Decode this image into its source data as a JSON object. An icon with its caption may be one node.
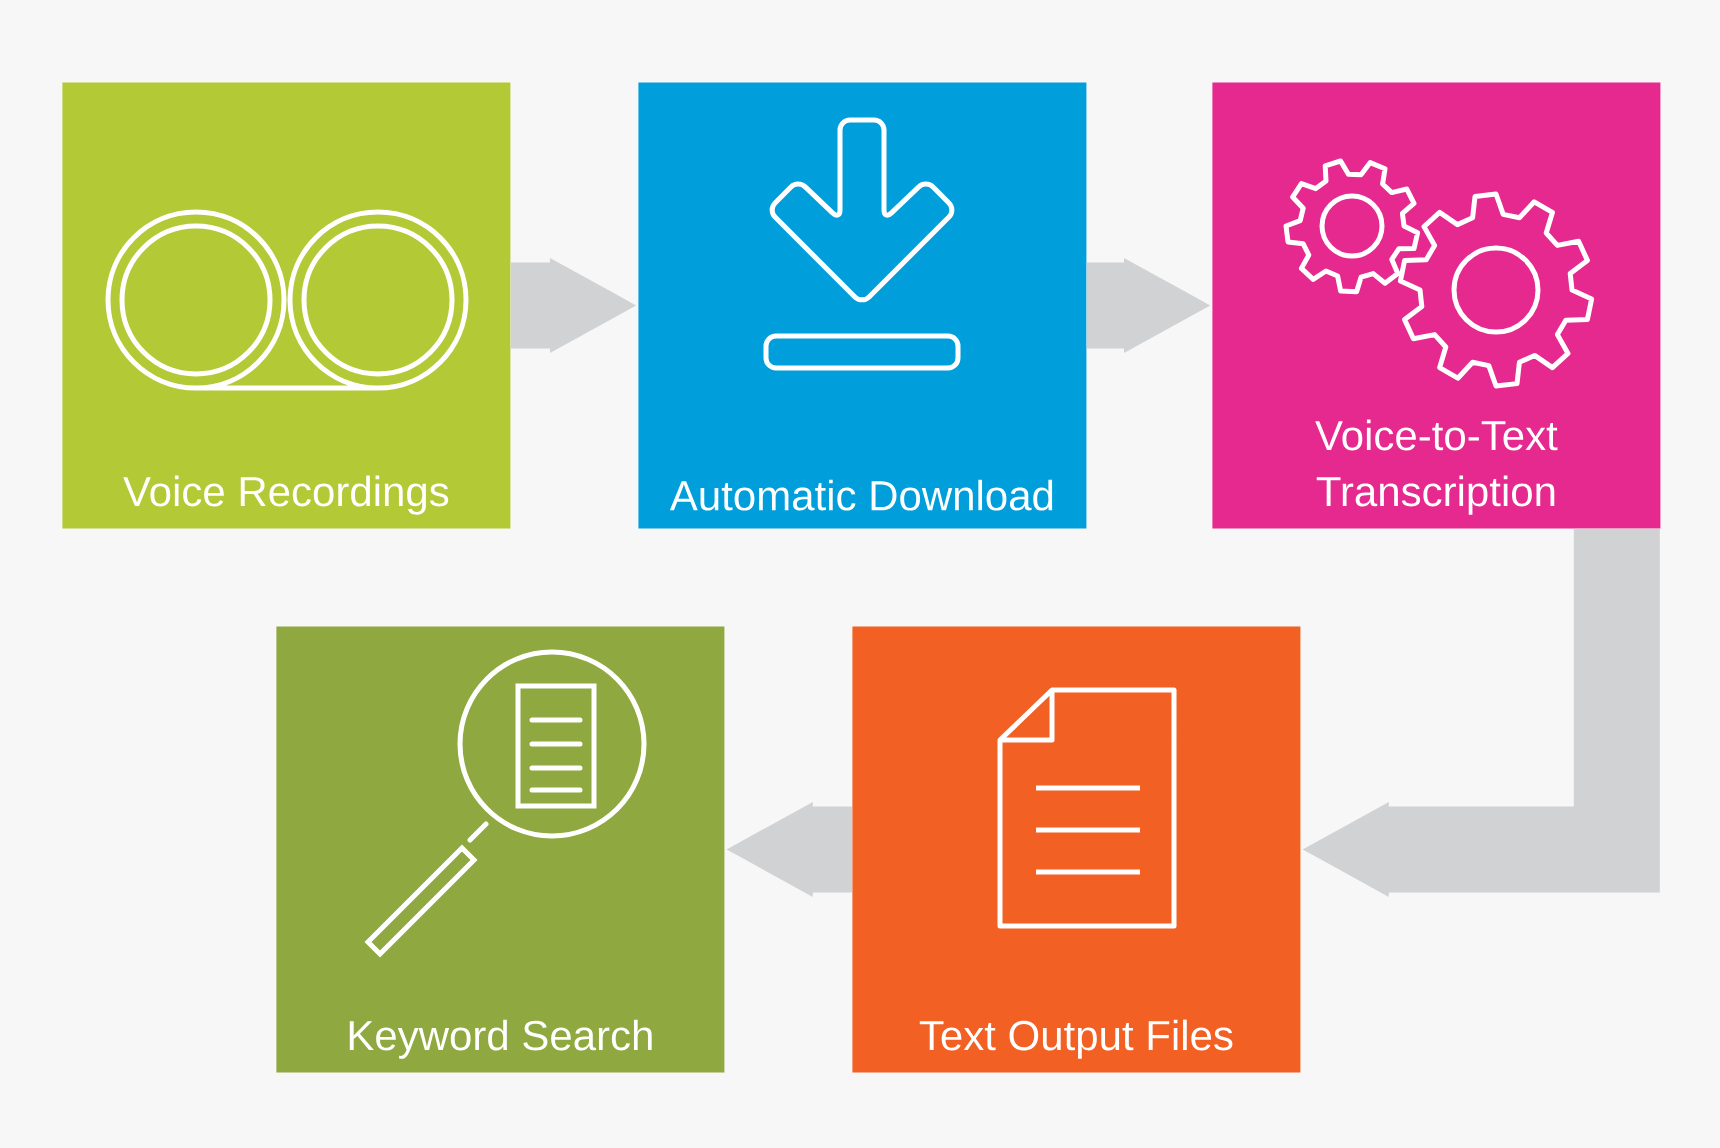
{
  "diagram": {
    "nodes": [
      {
        "text": [
          "Voice Recordings"
        ]
      },
      {
        "text": [
          "Automatic Download"
        ]
      },
      {
        "text": [
          "Voice-to-Text Transcription"
        ]
      },
      {
        "text": [
          "Keyword Search"
        ]
      },
      {
        "text": [
          "Text Output Files"
        ]
      }
    ],
    "edges": [
      {
        "from": 0,
        "to": 1,
        "arrow": "to"
      },
      {
        "from": 1,
        "to": 2,
        "arrow": "to"
      },
      {
        "from": 2,
        "to": 4,
        "arrow": "to"
      },
      {
        "from": 4,
        "to": 3,
        "arrow": "to"
      }
    ]
  }
}
